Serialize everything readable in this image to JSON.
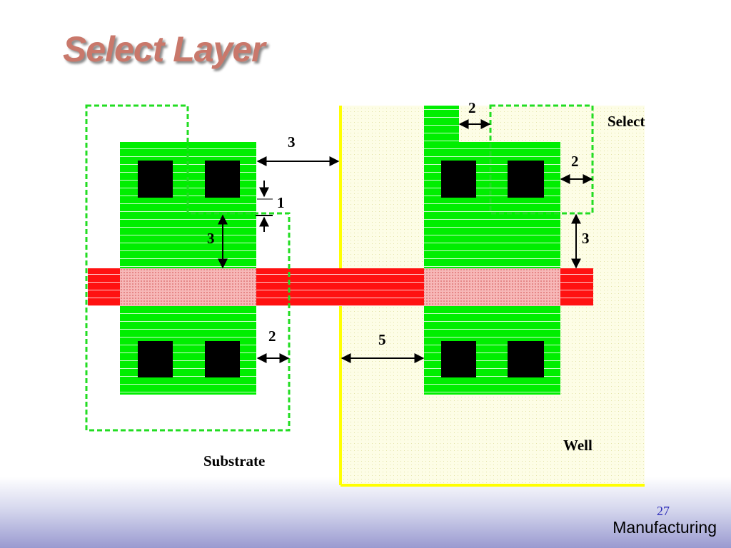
{
  "slide": {
    "title": "Select Layer",
    "page_number": "27",
    "footer": "Manufacturing"
  },
  "diagram": {
    "labels": {
      "select": "Select",
      "well": "Well",
      "substrate": "Substrate"
    },
    "dimensions": {
      "diff_to_well": "3",
      "select_step": "1",
      "select_to_gate_left": "3",
      "select_side_left": "2",
      "well_to_diff": "5",
      "select_notch_top": "2",
      "select_side_right": "2",
      "select_to_gate_right": "3"
    },
    "colors": {
      "active": "#00ee00",
      "poly": "#ff1111",
      "contact": "#000000",
      "select": "#22dd22",
      "well": "#ffff00",
      "title": "#c9786b"
    }
  }
}
